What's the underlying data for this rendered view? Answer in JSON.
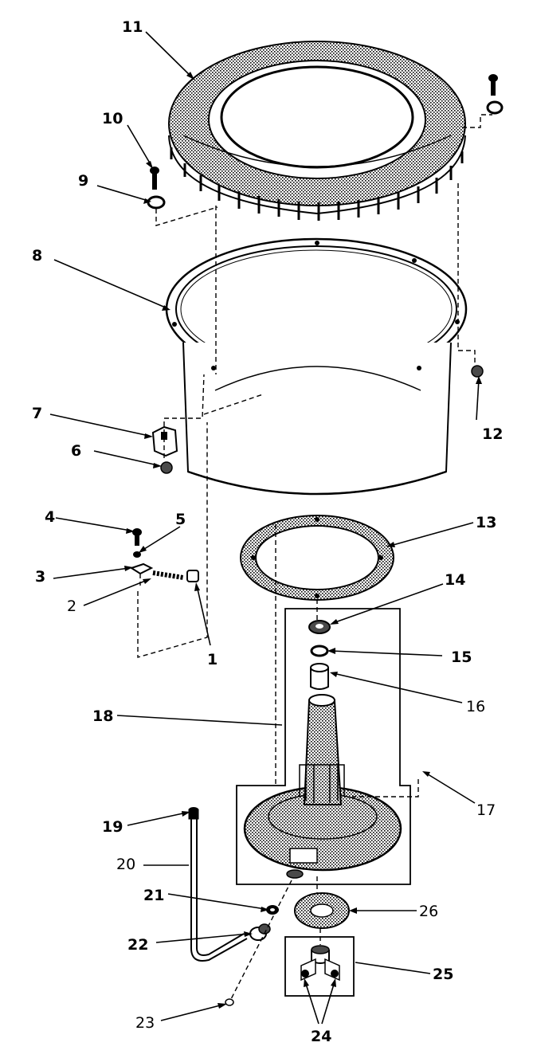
{
  "callouts": [
    {
      "id": "1",
      "text": "1"
    },
    {
      "id": "2",
      "text": "2"
    },
    {
      "id": "3",
      "text": "3"
    },
    {
      "id": "4",
      "text": "4"
    },
    {
      "id": "5",
      "text": "5"
    },
    {
      "id": "6",
      "text": "6"
    },
    {
      "id": "7",
      "text": "7"
    },
    {
      "id": "8",
      "text": "8"
    },
    {
      "id": "9",
      "text": "9"
    },
    {
      "id": "10",
      "text": "10"
    },
    {
      "id": "11",
      "text": "11"
    },
    {
      "id": "12",
      "text": "12"
    },
    {
      "id": "13",
      "text": "13"
    },
    {
      "id": "14",
      "text": "14"
    },
    {
      "id": "15",
      "text": "15"
    },
    {
      "id": "16",
      "text": "16"
    },
    {
      "id": "17",
      "text": "17"
    },
    {
      "id": "18",
      "text": "18"
    },
    {
      "id": "19",
      "text": "19"
    },
    {
      "id": "20",
      "text": "20"
    },
    {
      "id": "21",
      "text": "21"
    },
    {
      "id": "22",
      "text": "22"
    },
    {
      "id": "23",
      "text": "23"
    },
    {
      "id": "24",
      "text": "24"
    },
    {
      "id": "25",
      "text": "25"
    },
    {
      "id": "26",
      "text": "26"
    }
  ],
  "colors": {
    "ink": "#000000",
    "background": "#ffffff",
    "shade": "#4a4a4a"
  }
}
